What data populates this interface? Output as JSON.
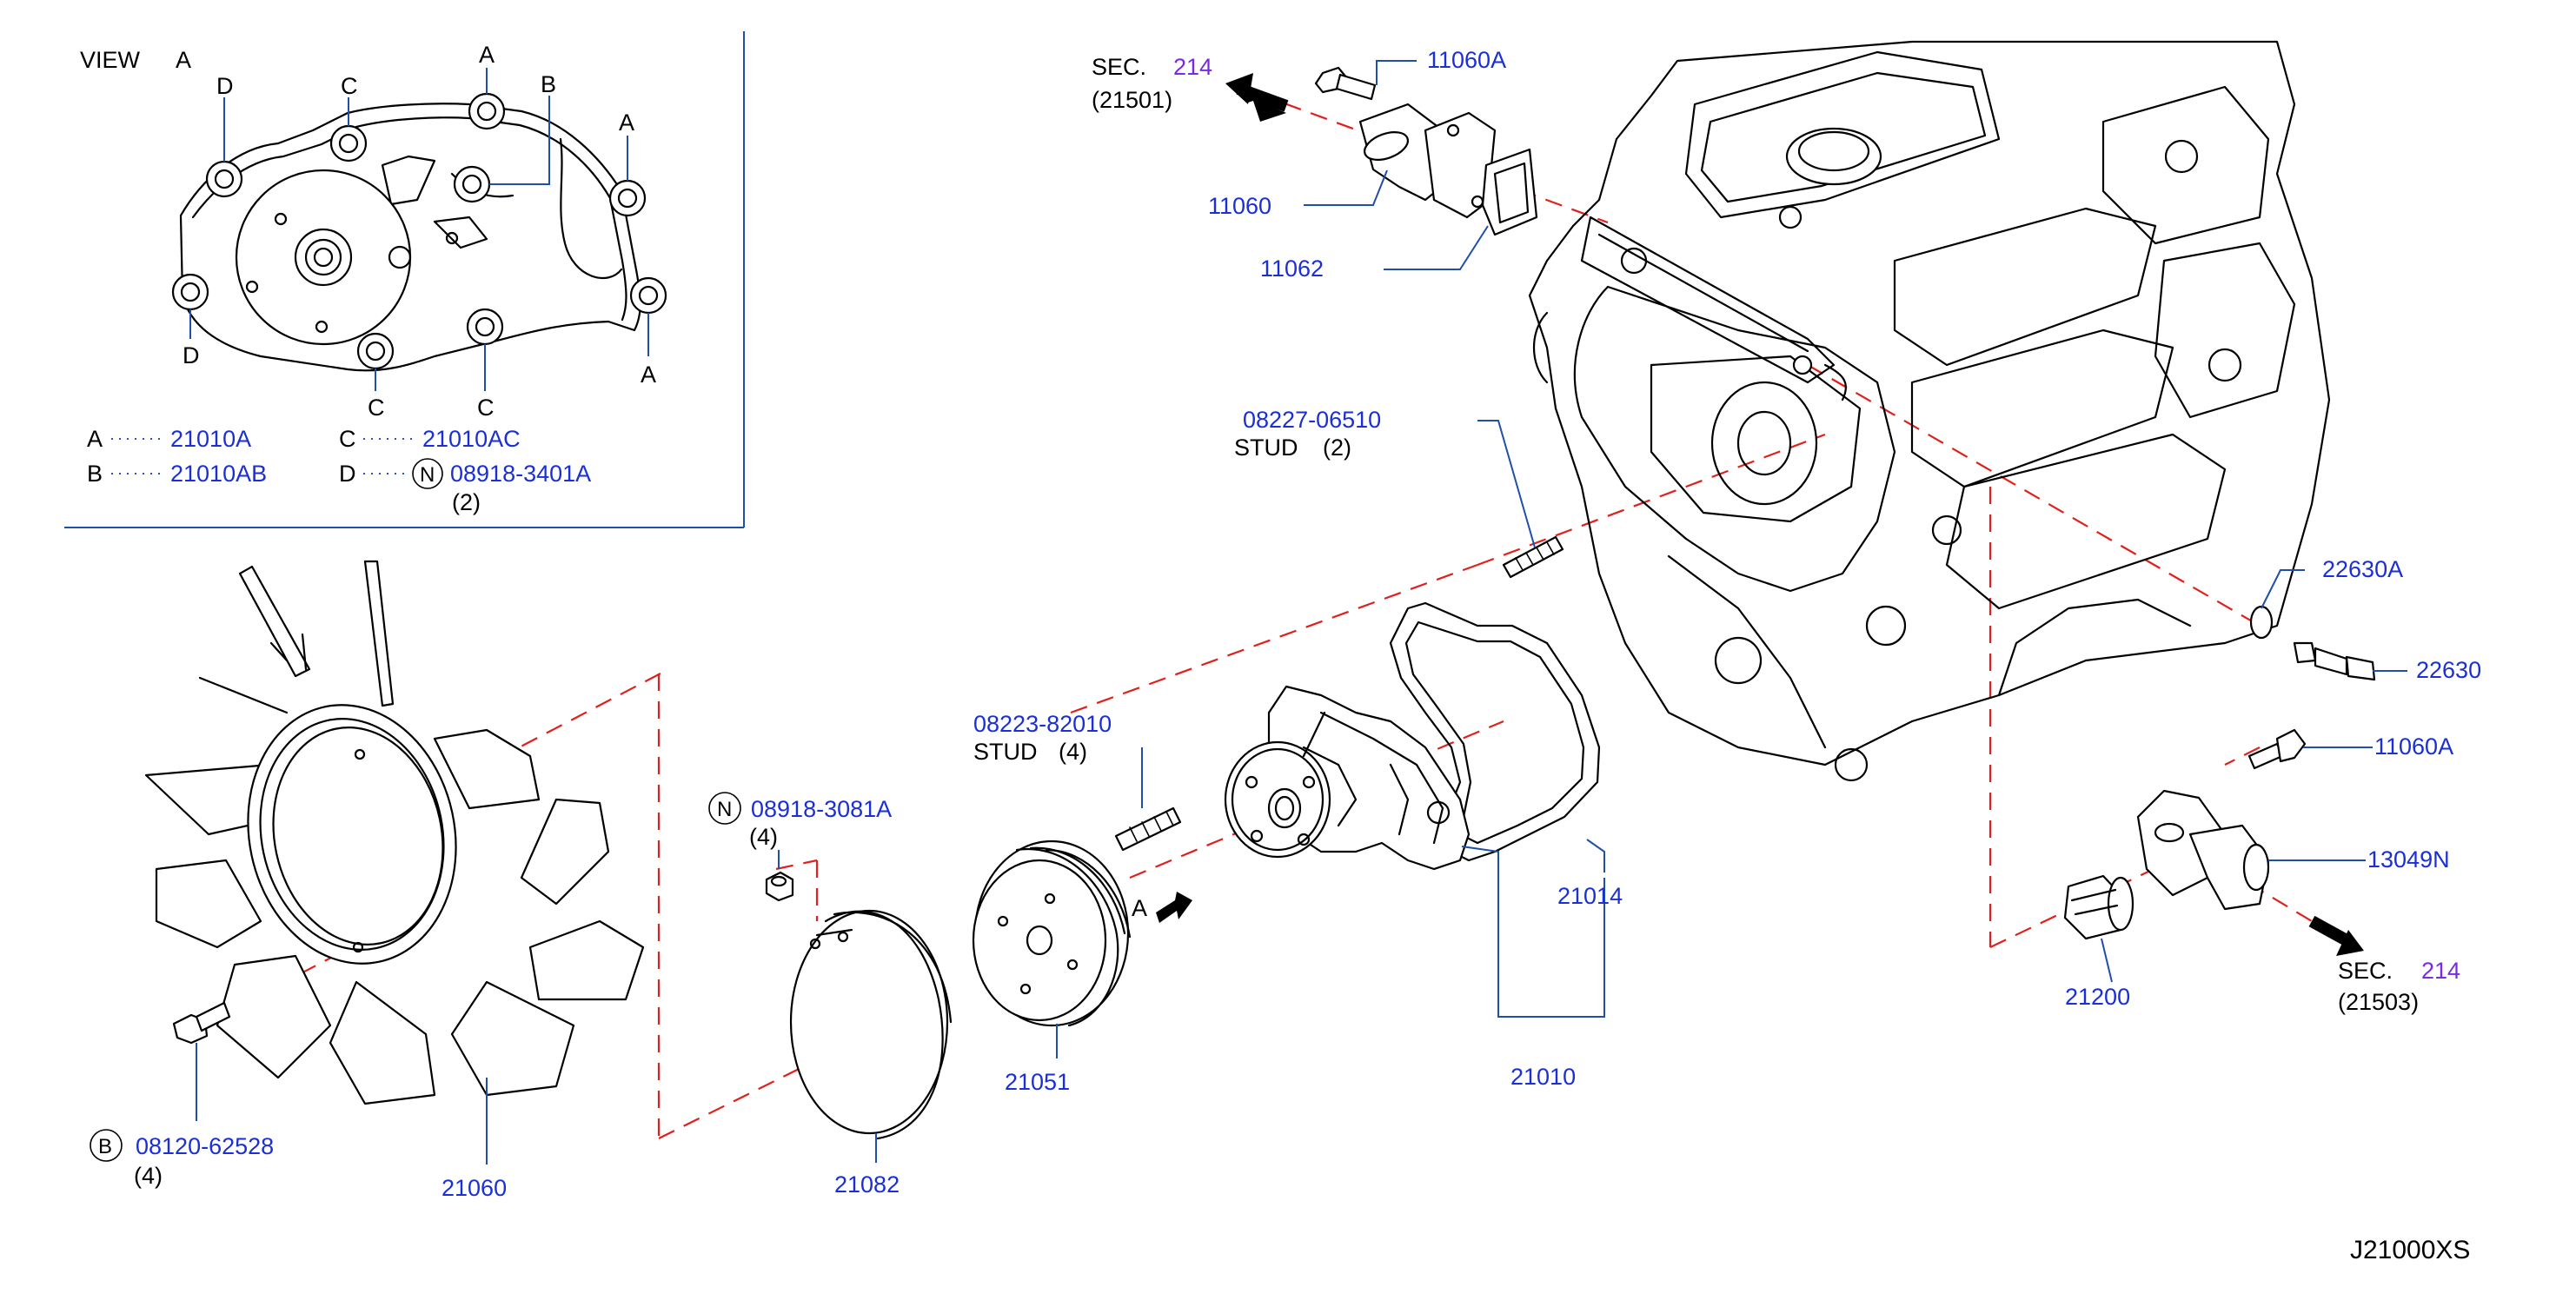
{
  "view": {
    "title": "VIEW",
    "view_letter": "A",
    "callouts": [
      "D",
      "C",
      "A",
      "B",
      "A",
      "D",
      "C",
      "C",
      "A"
    ],
    "legend": [
      {
        "key": "A",
        "part": "21010A"
      },
      {
        "key": "B",
        "part": "21010AB"
      },
      {
        "key": "C",
        "part": "21010AC"
      },
      {
        "key": "D",
        "circle": "N",
        "part": "08918-3401A",
        "qty": "(2)"
      }
    ]
  },
  "labels": {
    "sec_top": {
      "text": "SEC.",
      "num": "214",
      "sub": "(21501)"
    },
    "sec_right": {
      "text": "SEC.",
      "num": "214",
      "sub": "(21503)"
    },
    "p11060A_top": "11060A",
    "p11060": "11060",
    "p11062": "11062",
    "p08227": "08227-06510",
    "p08227_desc": "STUD",
    "p08227_qty": "(2)",
    "p22630A": "22630A",
    "p22630": "22630",
    "p11060A_right": "11060A",
    "p13049N": "13049N",
    "p21200": "21200",
    "p08223": "08223-82010",
    "p08223_desc": "STUD",
    "p08223_qty": "(4)",
    "p08918": "08918-3081A",
    "p08918_circle": "N",
    "p08918_qty": "(4)",
    "p21014": "21014",
    "p21010": "21010",
    "p21051": "21051",
    "p21082": "21082",
    "p21060": "21060",
    "p08120": "08120-62528",
    "p08120_circle": "B",
    "p08120_qty": "(4)",
    "arrow_a": "A",
    "diagram_id": "J21000XS"
  },
  "colors": {
    "part_number": "#1a2fd6",
    "section_number": "#7a2ae6",
    "leader": "#1f4fa8",
    "phantom_line": "#e0201c",
    "drawing": "#000000"
  }
}
